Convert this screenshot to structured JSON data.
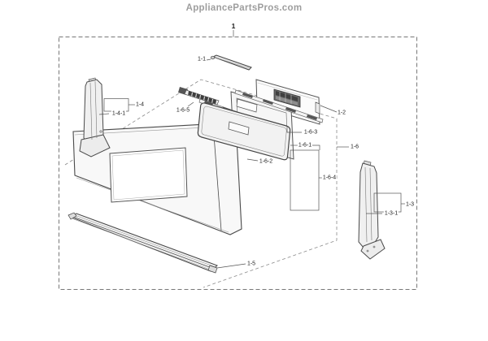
{
  "header": {
    "site_name": "AppliancePartsPros.com"
  },
  "diagram": {
    "assembly_ref": "1",
    "callouts": [
      {
        "ref": "1-1"
      },
      {
        "ref": "1-2"
      },
      {
        "ref": "1-3"
      },
      {
        "ref": "1-3-1"
      },
      {
        "ref": "1-4"
      },
      {
        "ref": "1-4-1"
      },
      {
        "ref": "1-5"
      },
      {
        "ref": "1-6"
      },
      {
        "ref": "1-6-1"
      },
      {
        "ref": "1-6-2"
      },
      {
        "ref": "1-6-3"
      },
      {
        "ref": "1-6-4"
      },
      {
        "ref": "1-6-5"
      }
    ]
  }
}
